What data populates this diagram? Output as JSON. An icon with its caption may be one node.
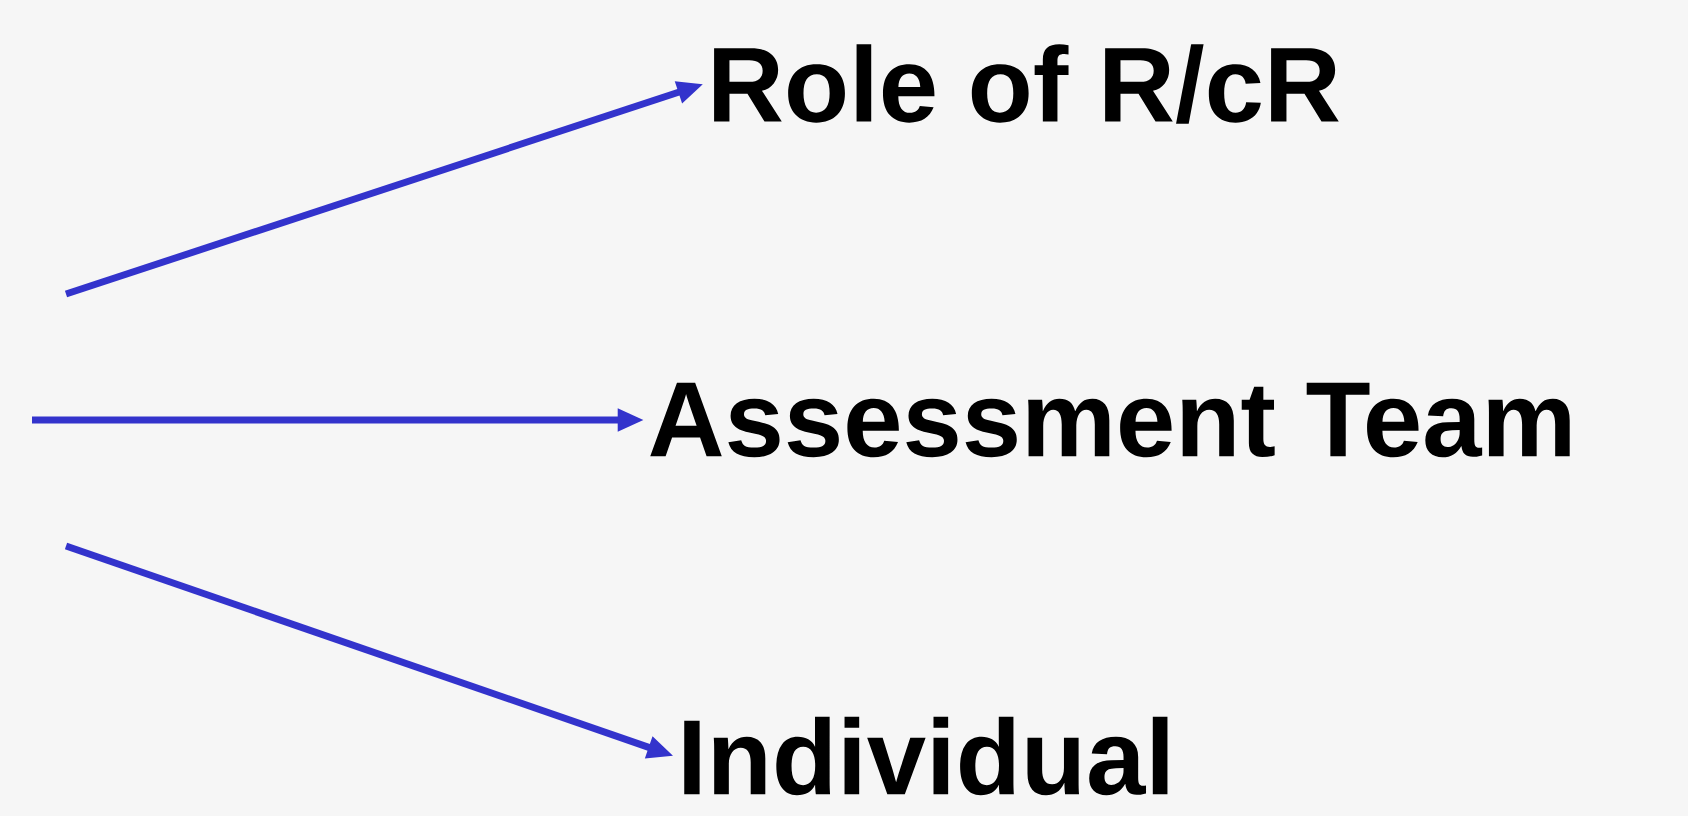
{
  "diagram": {
    "nodes": [
      {
        "text": [
          "Role of R/cR"
        ]
      },
      {
        "text": [
          "Assessment Team"
        ]
      },
      {
        "text": [
          "Individual"
        ]
      }
    ],
    "edges": [
      {
        "from": null,
        "to": 0,
        "arrow": "to"
      },
      {
        "from": null,
        "to": 1,
        "arrow": "to"
      },
      {
        "from": null,
        "to": 2,
        "arrow": "to"
      }
    ]
  }
}
